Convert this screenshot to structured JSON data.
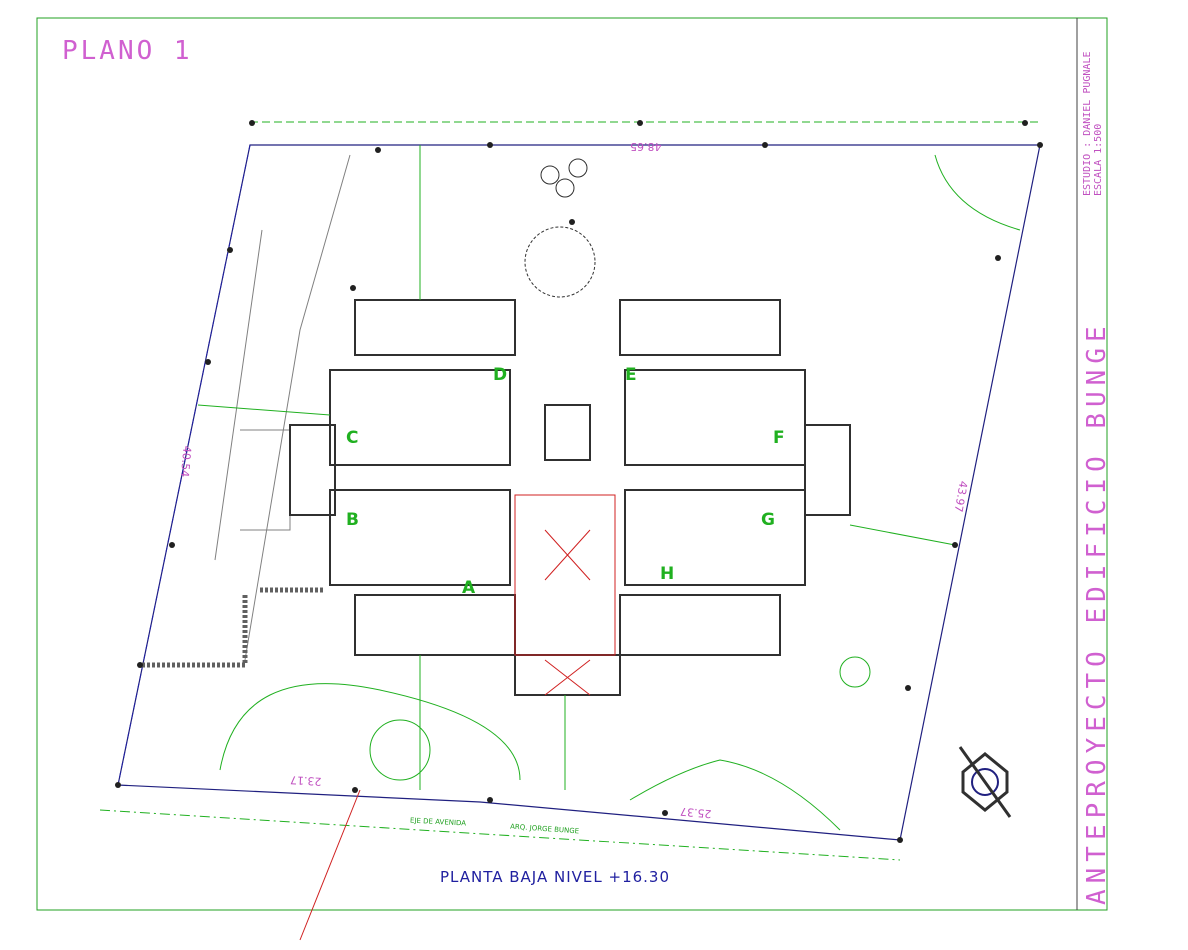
{
  "sheet": {
    "title": "PLANO 1",
    "studio": "ESTUDIO : DANIEL PUGNALE",
    "scale": "ESCALA 1:500",
    "project": "ANTEPROYECTO EDIFICIO BUNGE",
    "level": "PLANTA BAJA NIVEL +16.30"
  },
  "dimensions": {
    "top": "48.65",
    "left": "40.54",
    "right": "43.97",
    "bottom_left": "23.17",
    "bottom_right": "25.37"
  },
  "street": {
    "axis": "EJE DE AVENIDA",
    "name": "ARQ. JORGE BUNGE"
  },
  "units": [
    "A",
    "B",
    "C",
    "D",
    "E",
    "F",
    "G",
    "H"
  ],
  "colors": {
    "border": "#20a020",
    "title": "#d060d0",
    "walls": "#303030",
    "lot_line": "#202080",
    "vegetation": "#20b020",
    "dimension": "#c050c0"
  }
}
